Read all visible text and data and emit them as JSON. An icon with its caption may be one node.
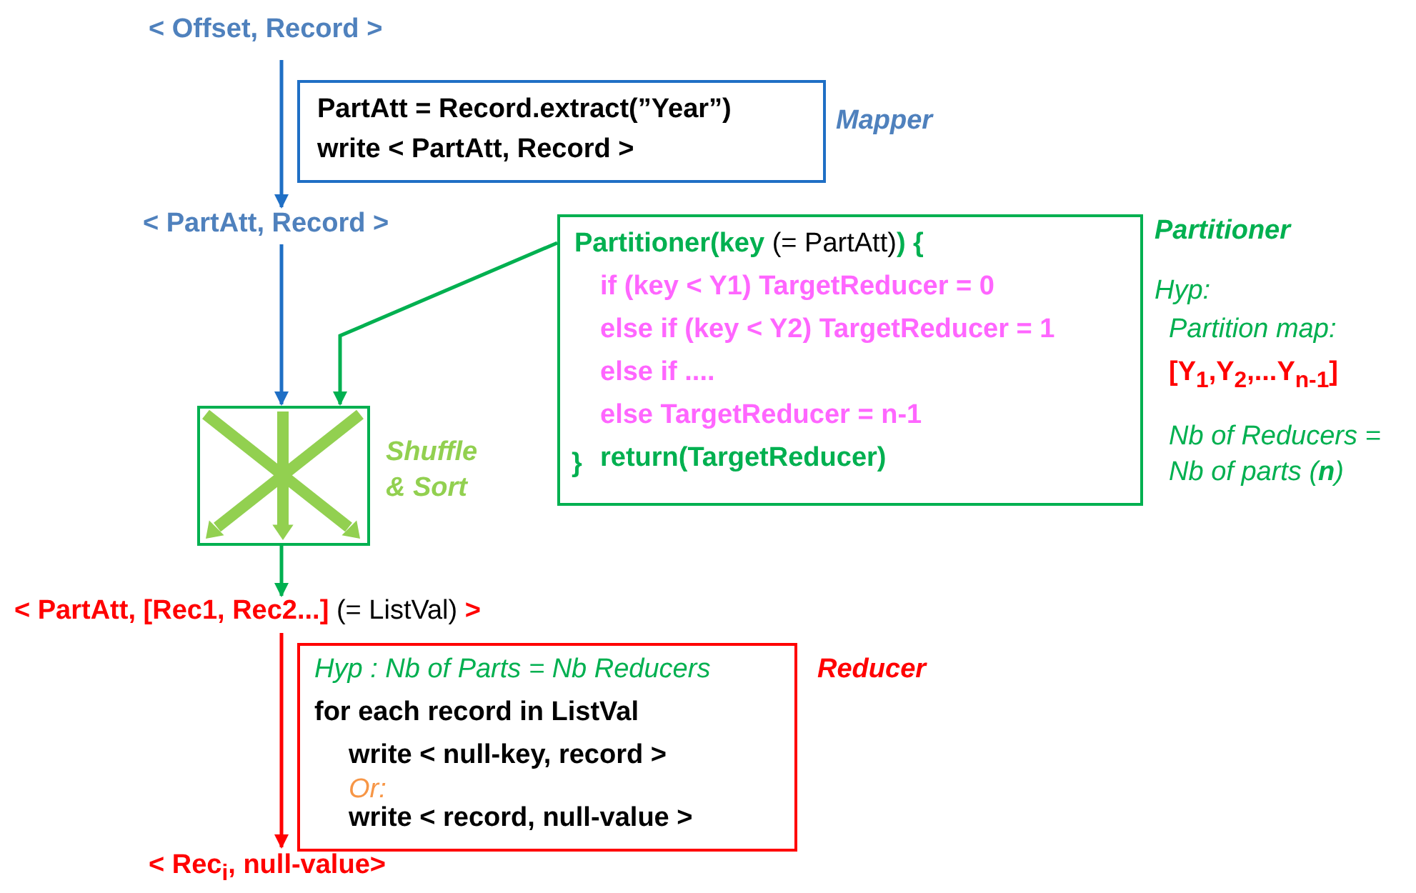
{
  "diagram": {
    "nodes": [
      {
        "text": [
          "< Offset, Record >"
        ]
      },
      {
        "text": [
          "PartAtt = Record.extract(”Year”)",
          "write < PartAtt, Record >"
        ],
        "beside": [
          "Mapper"
        ]
      },
      {
        "text": [
          "< PartAtt, Record >"
        ]
      },
      {
        "text": [
          "**Partitioner(key** (= PartAtt)**) {**",
          "if (key < Y1) TargetReducer = 0",
          "else if (key < Y2) TargetReducer = 1",
          "else if ....",
          "else TargetReducer = n-1",
          "}",
          "return(TargetReducer)"
        ],
        "beside": [
          "Partitioner",
          "Hyp:",
          "Partition map:",
          "[Y$_{1}$,Y$_{2}$,...Y$_{n-1}$]",
          "Nb of Reducers = Nb of parts (**n**)"
        ]
      },
      {
        "text": [],
        "shape": "box",
        "beside": [
          "Shuffle & Sort"
        ]
      },
      {
        "text": [
          "**< PartAtt, [Rec1, Rec2...]** (= ListVal) **>**"
        ]
      },
      {
        "text": [
          "Hyp : Nb of Parts = Nb Reducers",
          "for each record in ListVal",
          "write < null-key, record >",
          "Or:",
          "write < record, null-value >"
        ],
        "beside": [
          "Reducer"
        ]
      },
      {
        "text": [
          "< Rec$_{i}$, null-value>"
        ]
      }
    ],
    "edges": [
      {
        "from": 0,
        "to": 2,
        "arrow": "to",
        "color": "#1f6fc5"
      },
      {
        "from": 2,
        "to": 4,
        "arrow": "to",
        "color": "#1f6fc5"
      },
      {
        "from": 3,
        "to": 4,
        "arrow": "to",
        "color": "#00b050"
      },
      {
        "from": 4,
        "to": 5,
        "arrow": "to",
        "color": "#00b050"
      },
      {
        "from": 5,
        "to": 7,
        "arrow": "to",
        "color": "#ff0000"
      }
    ]
  }
}
